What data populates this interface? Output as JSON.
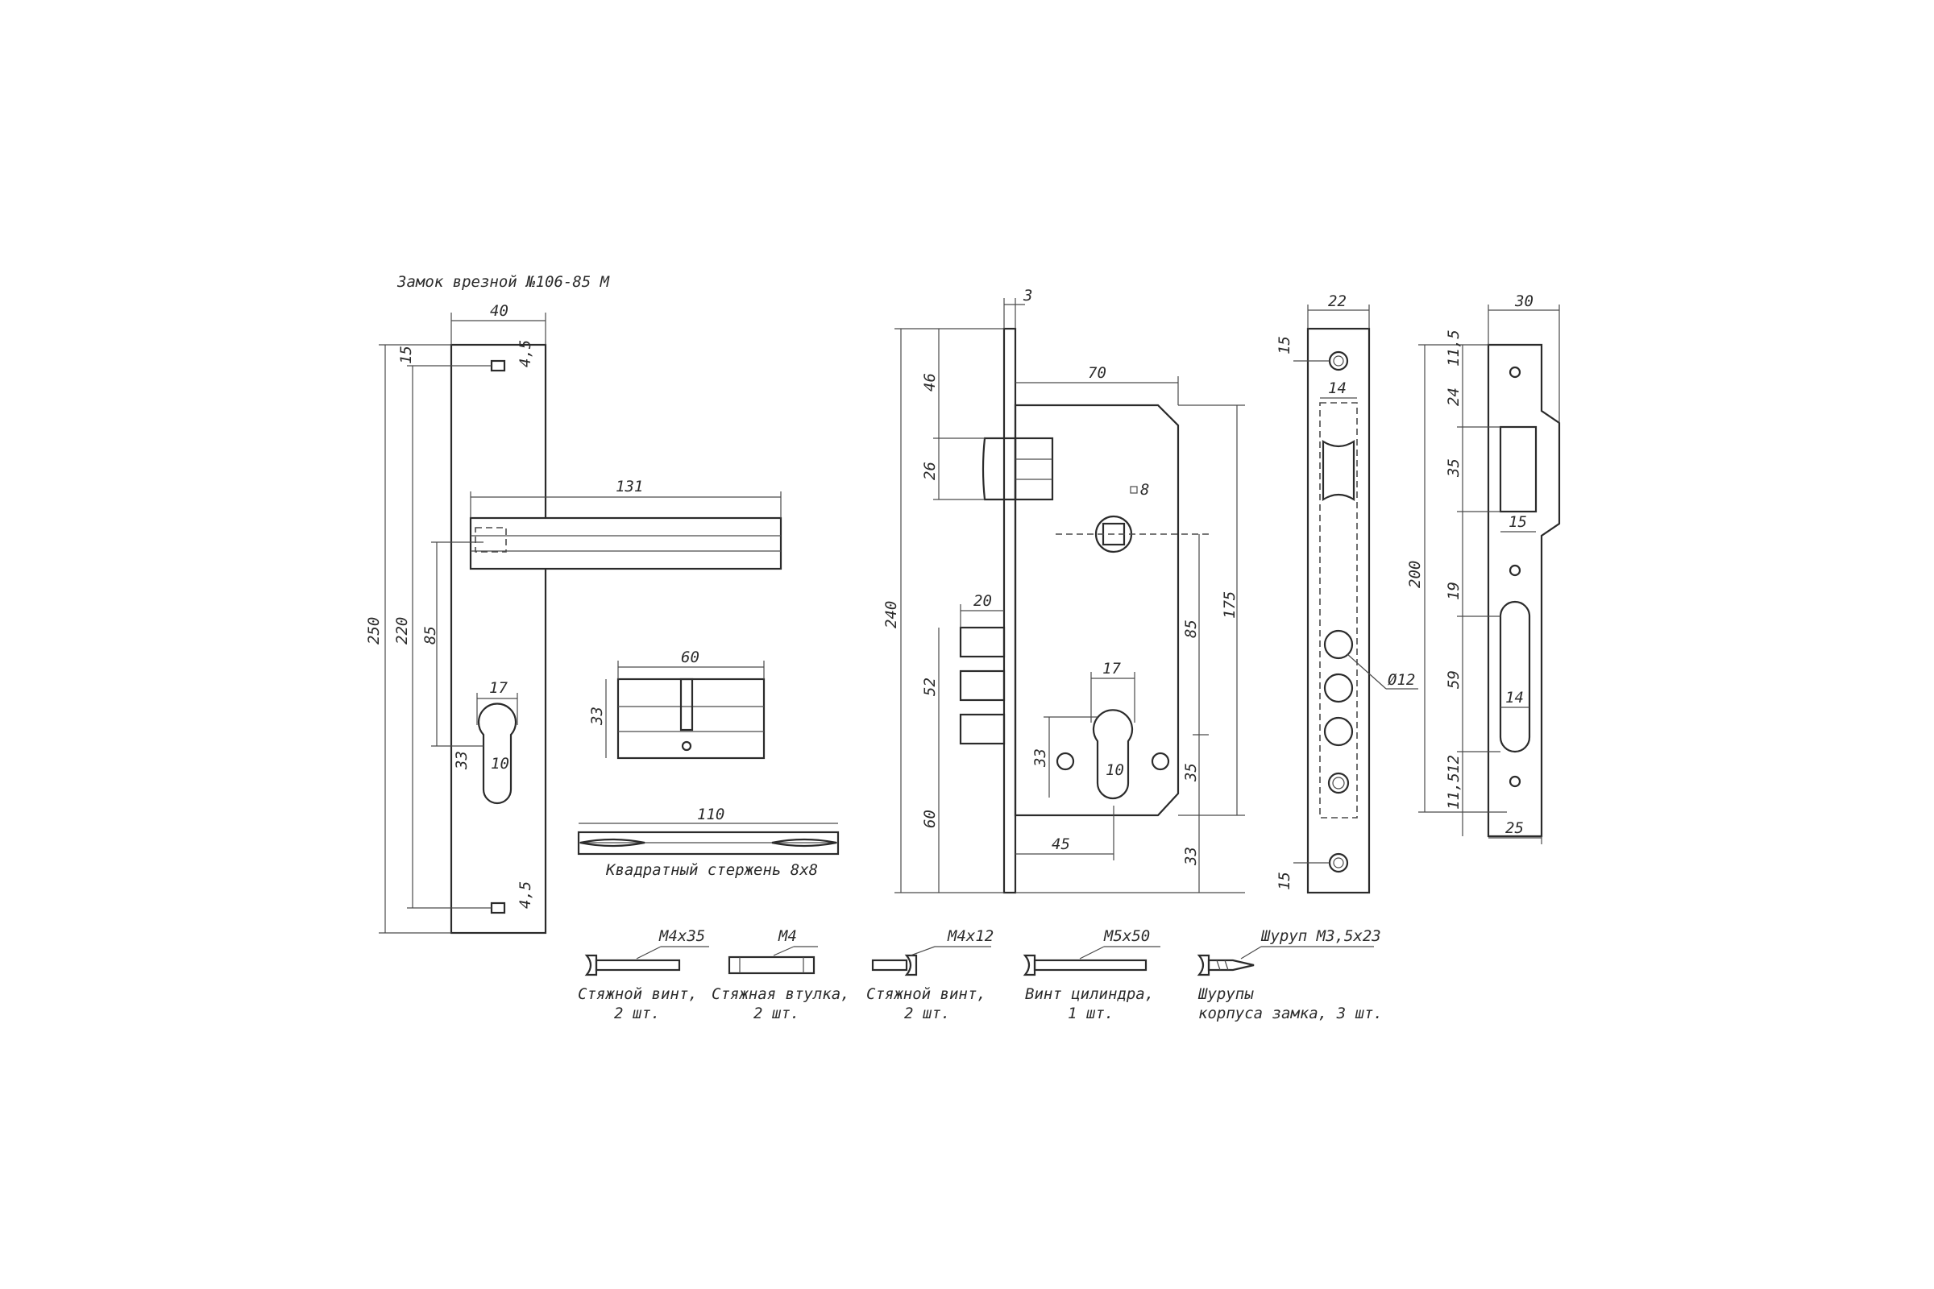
{
  "title": "Замок врезной №106-85 М",
  "handle_plate": {
    "width": "40",
    "height_total": "250",
    "height_inner": "220",
    "offset_top": "15",
    "screw_top": "4,5",
    "screw_bottom": "4,5",
    "centre_dist": "85",
    "cyl_width": "17",
    "cyl_height": "33",
    "cyl_slot": "10",
    "lever_length": "131"
  },
  "cylinder": {
    "length": "60",
    "height": "33"
  },
  "spindle": {
    "length": "110",
    "label": "Квадратный стержень 8х8"
  },
  "lock_body": {
    "faceplate": "3",
    "total": "240",
    "top": "46",
    "latch": "26",
    "bolt_width": "20",
    "bolts": "52",
    "bottom": "60",
    "depth": "70",
    "square": "8",
    "height": "175",
    "centre": "85",
    "cyl_w": "17",
    "cyl_h": "33",
    "slot": "10",
    "lower": "35",
    "backset": "45",
    "end": "33"
  },
  "faceplate_view": {
    "width": "22",
    "top": "15",
    "inner": "14",
    "hole": "Ø12",
    "bottom": "15"
  },
  "strike_plate": {
    "width": "30",
    "top": "11,5",
    "a": "24",
    "b": "35",
    "height": "200",
    "slot_w": "15",
    "c": "19",
    "d": "59",
    "slot2_w": "14",
    "e": "12",
    "f": "11,5",
    "base": "25"
  },
  "hardware": [
    {
      "spec": "M4x35",
      "label1": "Стяжной винт,",
      "label2": "2 шт."
    },
    {
      "spec": "M4",
      "label1": "Стяжная втулка,",
      "label2": "2 шт."
    },
    {
      "spec": "M4x12",
      "label1": "Стяжной винт,",
      "label2": "2 шт."
    },
    {
      "spec": "M5x50",
      "label1": "Винт цилиндра,",
      "label2": "1 шт."
    },
    {
      "spec": "Шуруп М3,5х23",
      "label1": "Шурупы",
      "label2": "корпуса замка, 3 шт."
    }
  ]
}
